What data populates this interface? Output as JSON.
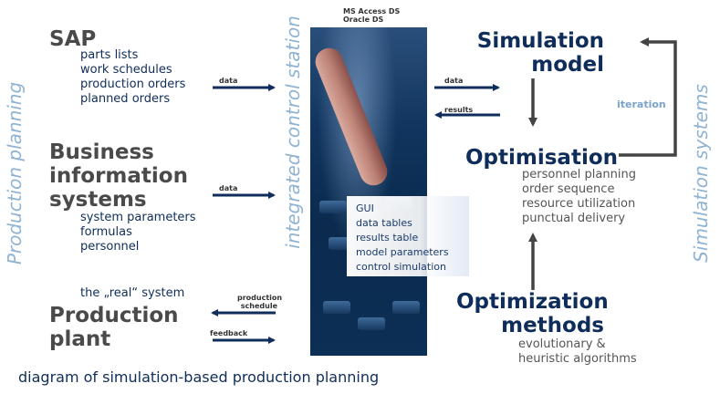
{
  "side_labels": {
    "left": "Production planning",
    "center": "integrated control station",
    "right": "Simulation systems"
  },
  "photo_labels": [
    "MS Access DS",
    "Oracle DS"
  ],
  "sap": {
    "title": "SAP",
    "items": [
      "parts lists",
      "work schedules",
      "production orders",
      "planned orders"
    ]
  },
  "bis": {
    "title_lines": [
      "Business",
      "information",
      "systems"
    ],
    "items": [
      "system parameters",
      "formulas",
      "personnel"
    ]
  },
  "plant": {
    "pre": "the „real“ system",
    "title_lines": [
      "Production",
      "plant"
    ]
  },
  "station_box": {
    "items": [
      "GUI",
      "data tables",
      "results table",
      "model parameters",
      "control simulation"
    ]
  },
  "arrow_labels": {
    "sap_data": "data",
    "bis_data": "data",
    "sim_data": "data",
    "sim_results": "results",
    "production_schedule_1": "production",
    "production_schedule_2": "schedule",
    "feedback": "feedback"
  },
  "simulation_model": {
    "title_lines": [
      "Simulation",
      "model"
    ]
  },
  "iteration": "iteration",
  "optimisation": {
    "title": "Optimisation",
    "items": [
      "personnel planning",
      "order sequence",
      "resource utilization",
      "punctual delivery"
    ]
  },
  "methods": {
    "title_lines": [
      "Optimization",
      "methods"
    ],
    "items": [
      "evolutionary &",
      "heuristic algorithms"
    ]
  },
  "caption": "diagram of simulation-based production planning",
  "colors": {
    "navy": "#0f2d5a",
    "gray_heading": "#4a4a4a",
    "side_label": "#8fb3d3",
    "arrow_navy": "#0f2d5a",
    "arrow_gray": "#444444"
  }
}
